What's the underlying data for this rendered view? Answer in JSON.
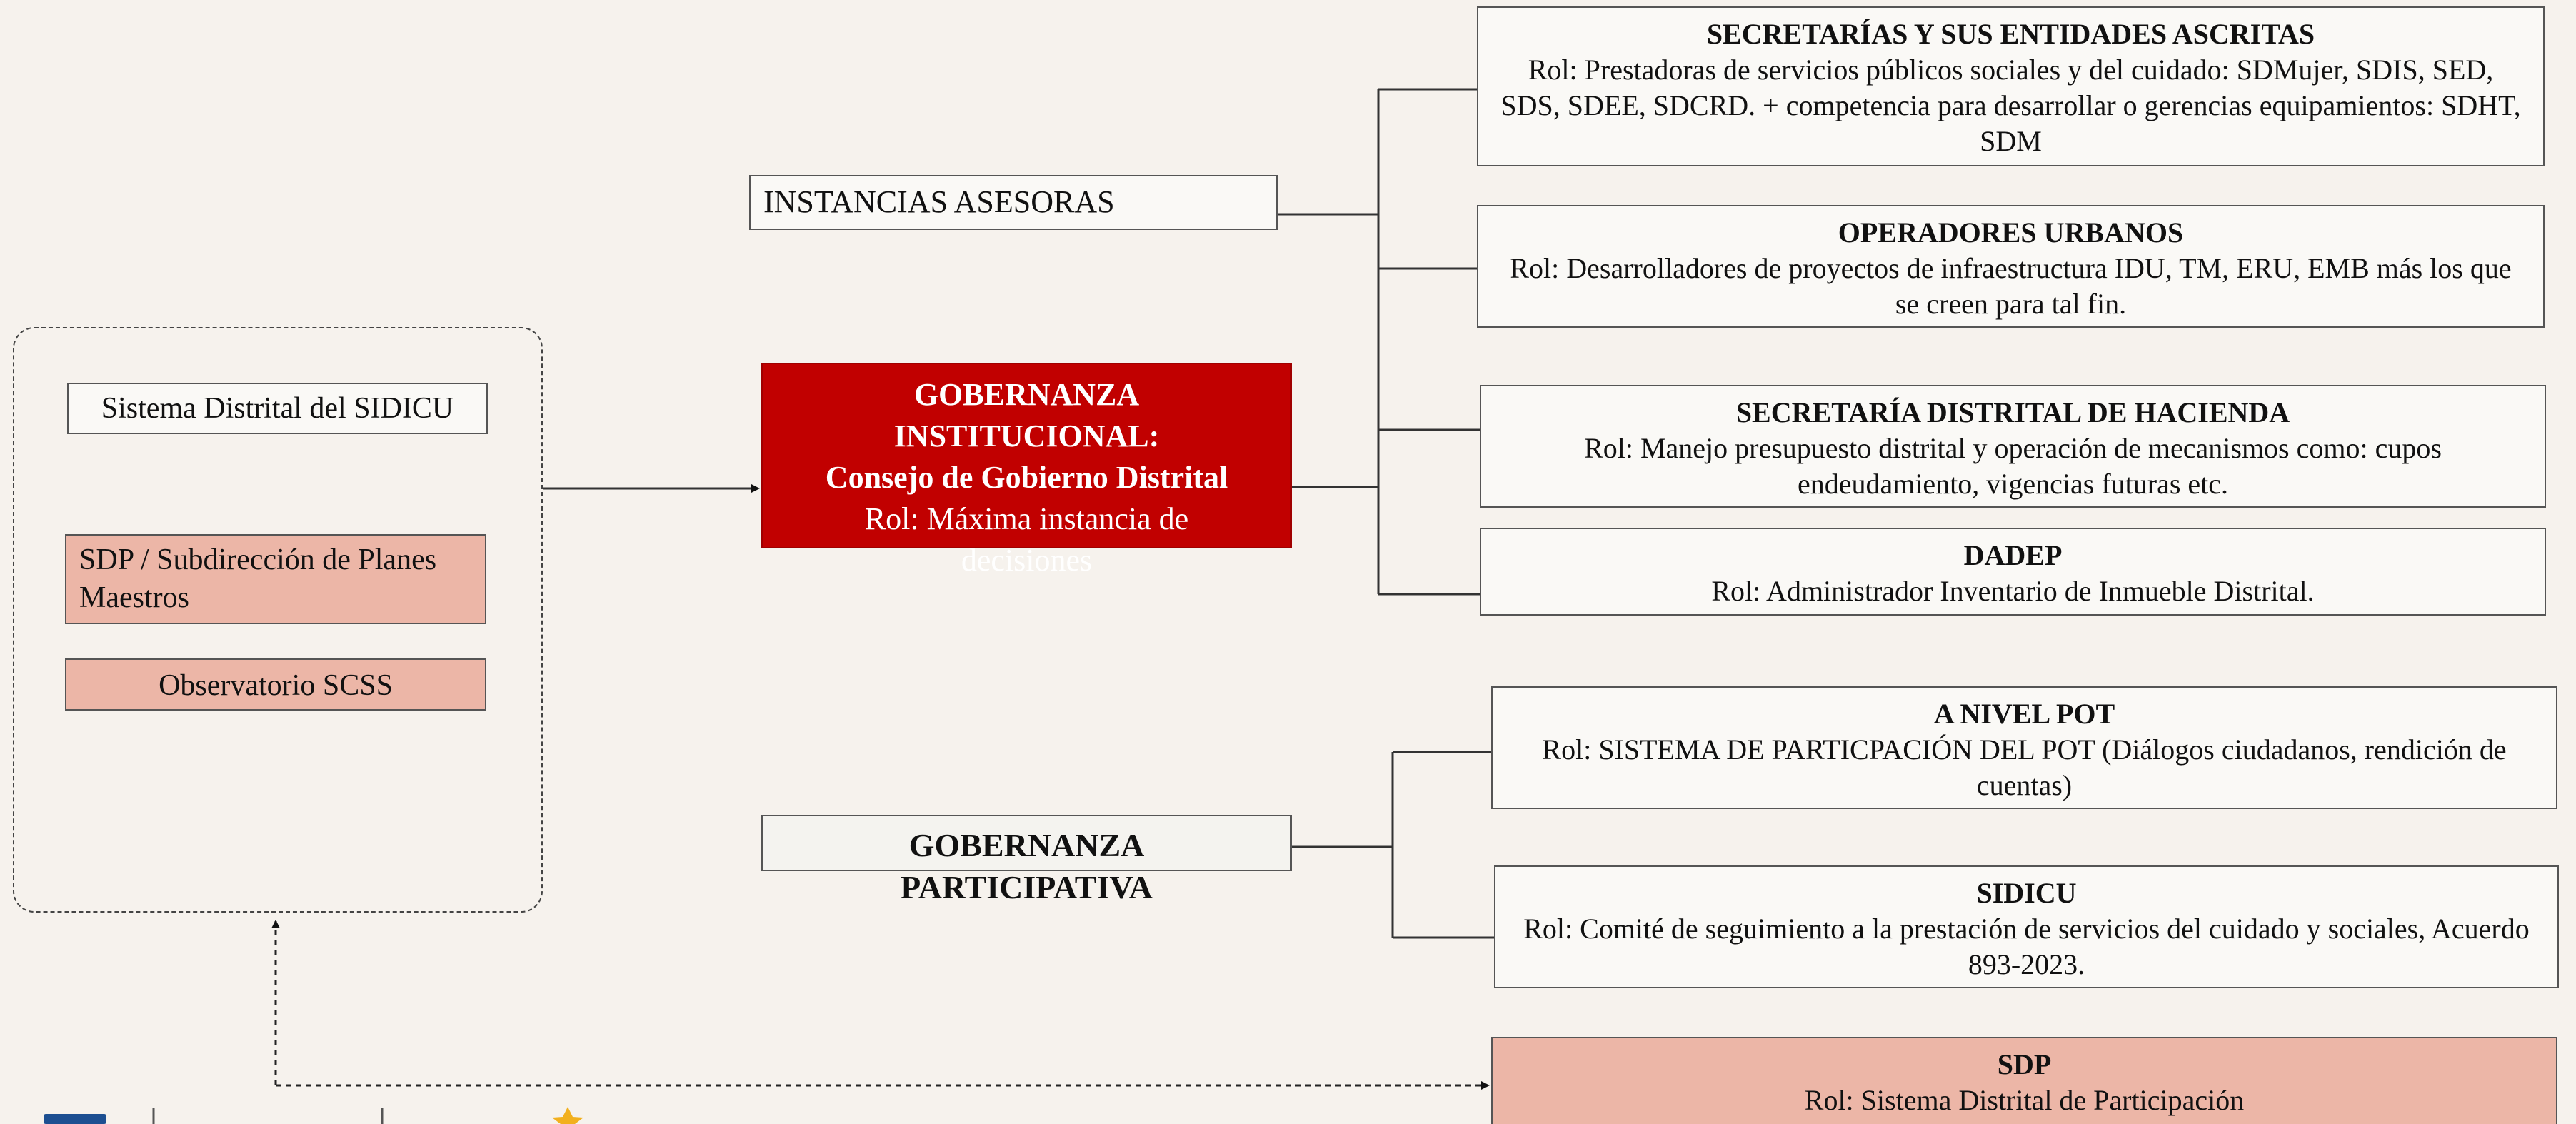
{
  "left_panel": {
    "sidicu_label": "Sistema Distrital del SIDICU",
    "sdp_planes_label": "SDP / Subdirección de Planes Maestros",
    "observatorio_label": "Observatorio SCSS"
  },
  "instancias_asesoras": "INSTANCIAS ASESORAS",
  "gobernanza_institucional": {
    "title_line1": "GOBERNANZA",
    "title_line2": "INSTITUCIONAL:",
    "title_line3": "Consejo de Gobierno Distrital",
    "role": "Rol: Máxima instancia de decisiones"
  },
  "gobernanza_participativa": {
    "title": "GOBERNANZA PARTICIPATIVA"
  },
  "institutional_boxes": [
    {
      "title": "SECRETARÍAS Y SUS ENTIDADES ASCRITAS",
      "role": "Rol: Prestadoras de servicios públicos sociales y del cuidado: SDMujer, SDIS, SED, SDS, SDEE, SDCRD. + competencia para desarrollar o gerencias equipamientos: SDHT, SDM"
    },
    {
      "title": "OPERADORES URBANOS",
      "role": "Rol: Desarrolladores de proyectos de infraestructura IDU, TM, ERU, EMB más los que se creen para tal fin."
    },
    {
      "title": "SECRETARÍA DISTRITAL DE HACIENDA",
      "role": "Rol: Manejo presupuesto distrital y operación de mecanismos como: cupos endeudamiento, vigencias futuras etc."
    },
    {
      "title": "DADEP",
      "role": "Rol: Administrador Inventario de Inmueble Distrital."
    }
  ],
  "participative_boxes": [
    {
      "title": "A NIVEL POT",
      "role": "Rol: SISTEMA DE PARTICPACIÓN DEL POT (Diálogos ciudadanos, rendición de cuentas)"
    },
    {
      "title": "SIDICU",
      "role": "Rol:    Comité de seguimiento a la prestación de servicios del cuidado y sociales, Acuerdo 893-2023."
    }
  ],
  "sdp_box": {
    "title": "SDP",
    "role": "Rol: Sistema Distrital de Participación"
  },
  "colors": {
    "background": "#f6f2ed",
    "red_accent": "#c10000",
    "pink_fill": "#ecb6a7",
    "box_fill": "#faf9f6"
  }
}
